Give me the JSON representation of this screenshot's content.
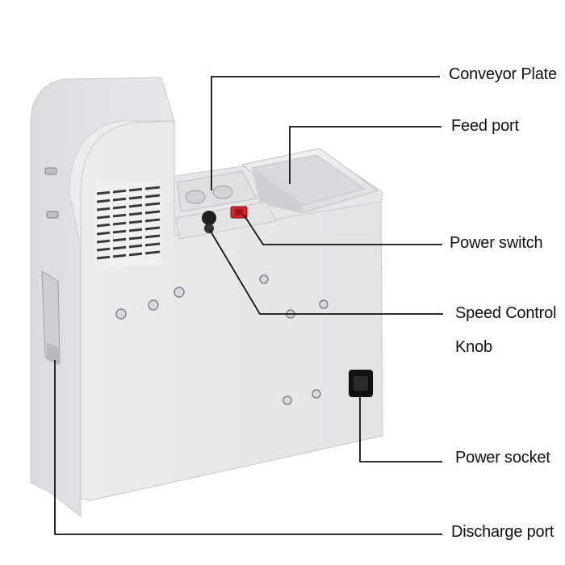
{
  "diagram": {
    "labels": {
      "conveyor_plate": "Conveyor Plate",
      "feed_port": "Feed port",
      "power_switch": "Power switch",
      "speed_control_line1": "Speed Control",
      "speed_control_line2": "Knob",
      "power_socket": "Power socket",
      "discharge_port": "Discharge port"
    },
    "colors": {
      "body": "#e9e9eb",
      "body_shadow": "#d6d6d9",
      "body_highlight": "#f4f4f6",
      "vent": "#3a3a3c",
      "switch": "#d8262a",
      "knob": "#1e1e1e",
      "leader_line": "#111111"
    }
  }
}
